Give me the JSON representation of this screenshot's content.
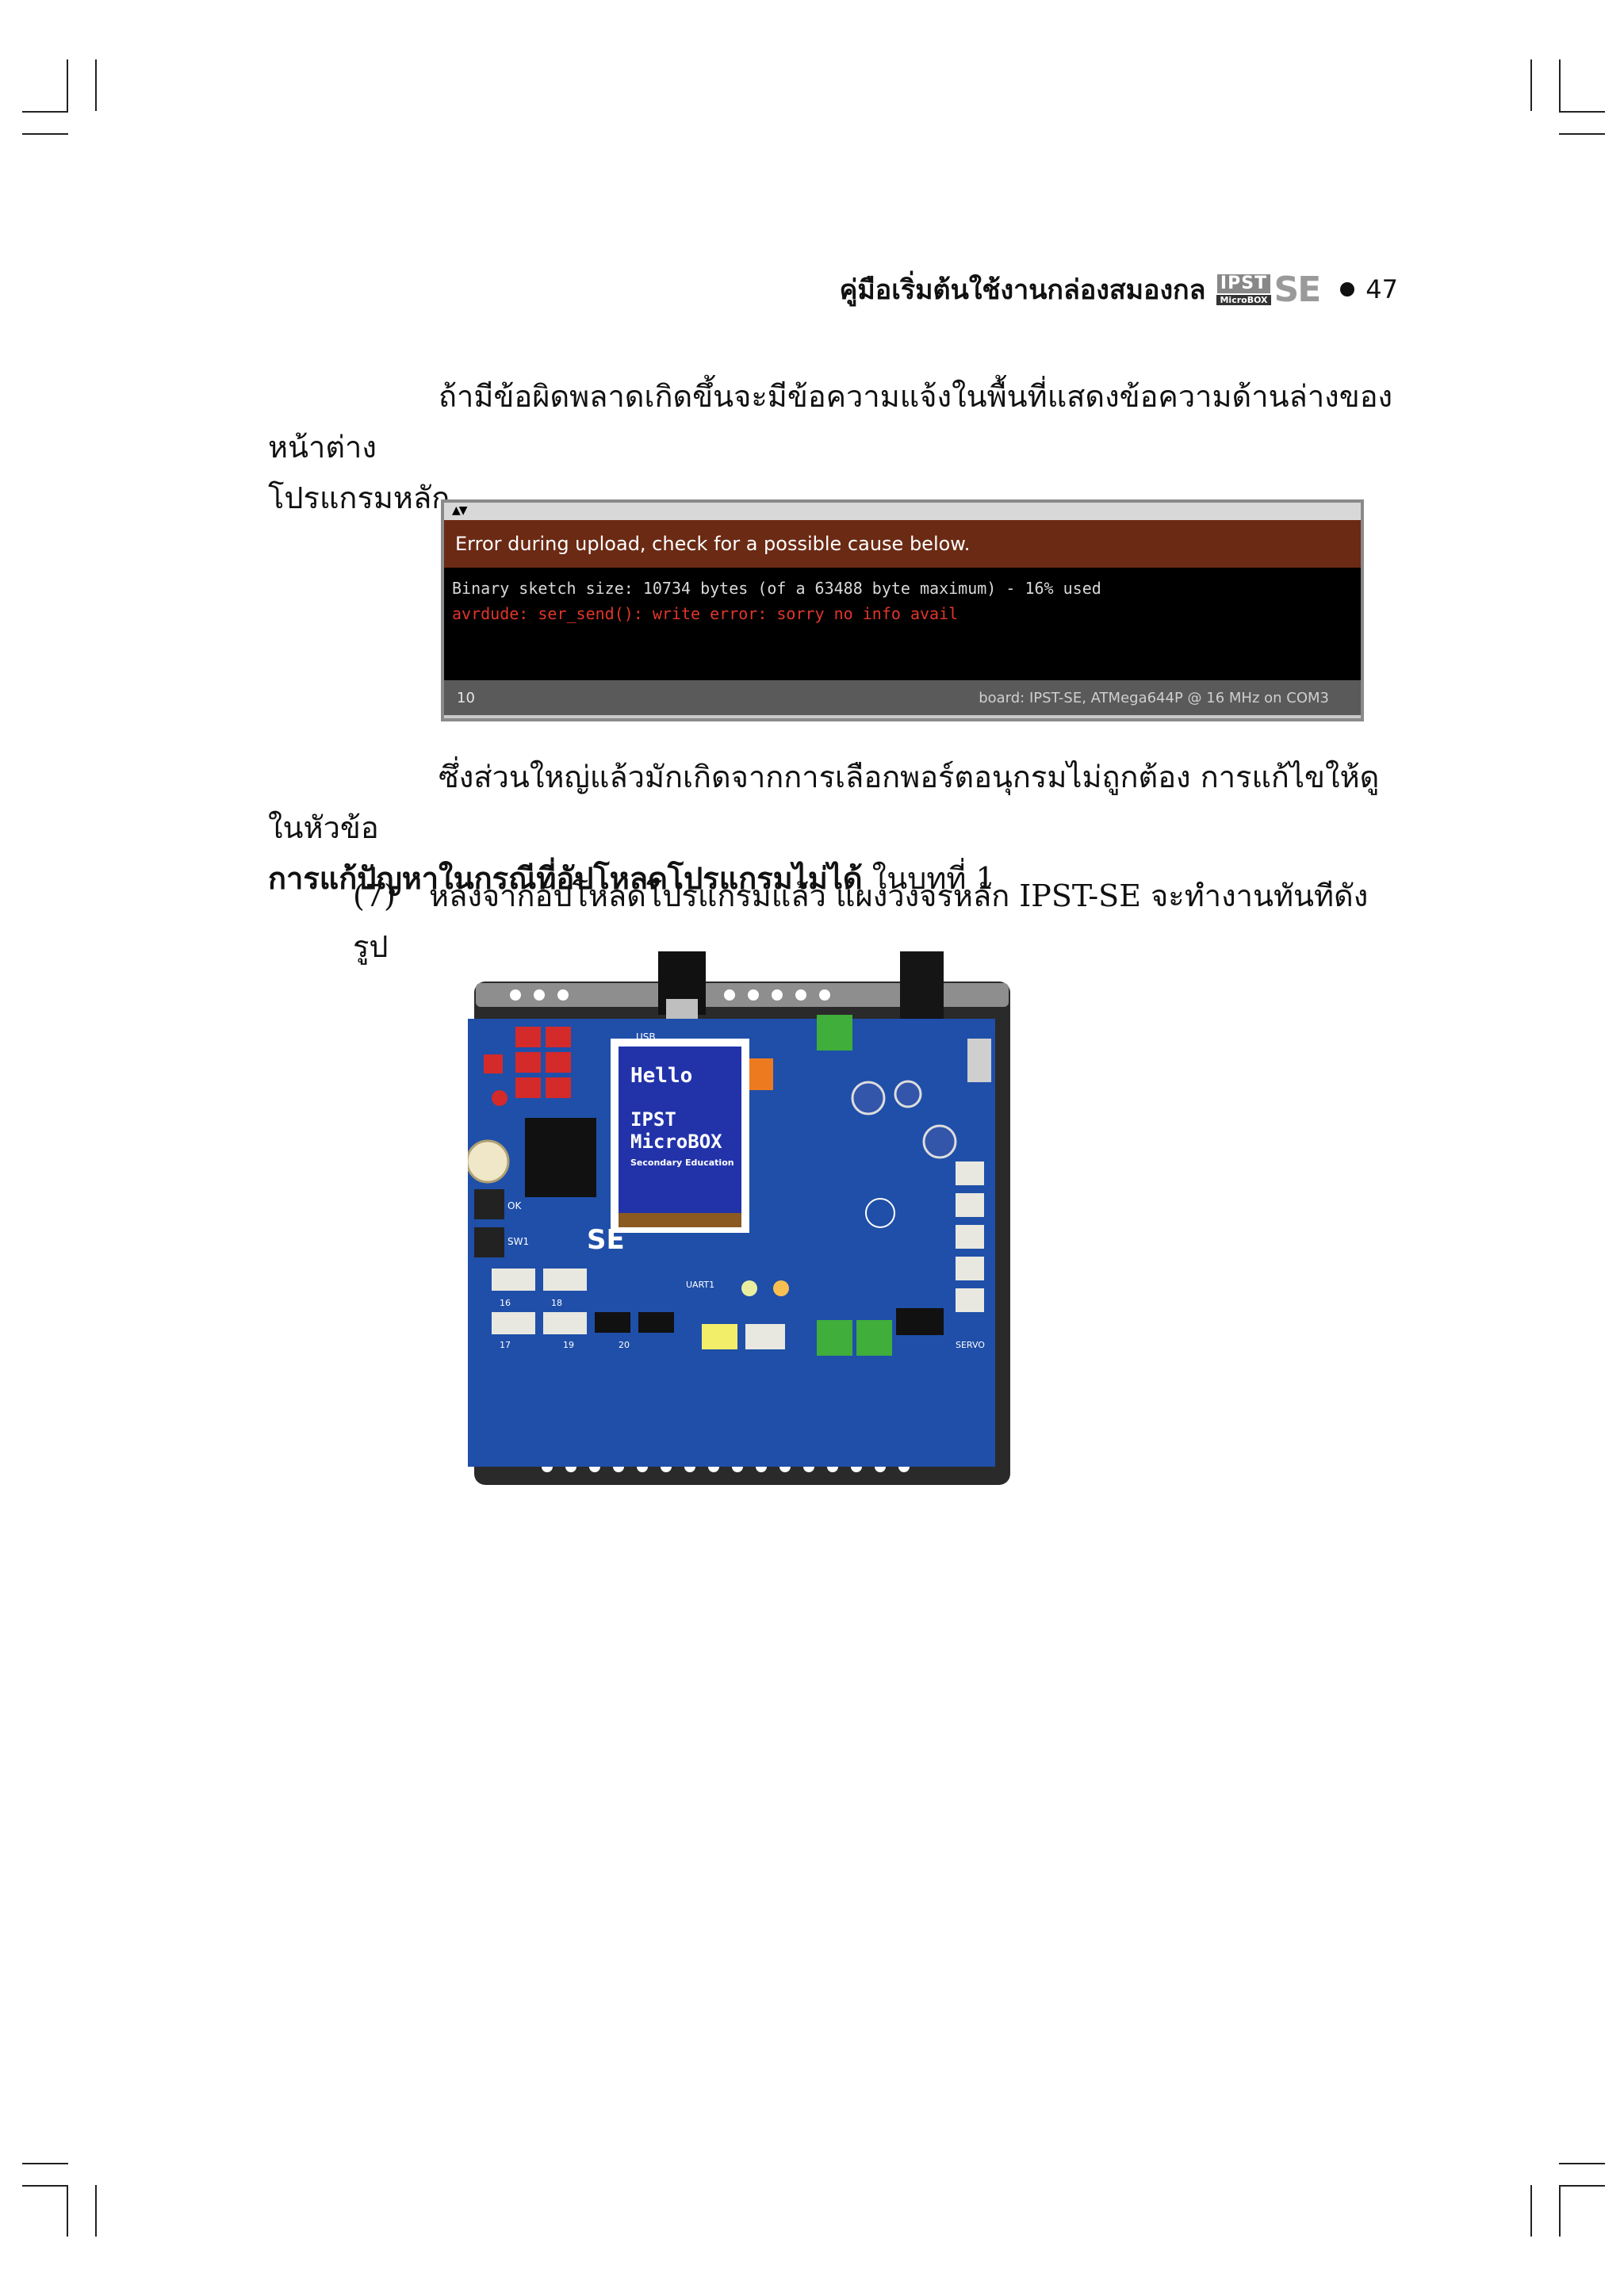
{
  "header": {
    "title": "คู่มือเริ่มต้นใช้งานกล่องสมองกล",
    "logo_top": "IPST",
    "logo_bottom": "MicroBOX",
    "logo_se": "SE",
    "page_number": "47"
  },
  "paragraph1": {
    "line1": "ถ้ามีข้อผิดพลาดเกิดขึ้นจะมีข้อความแจ้งในพื้นที่แสดงข้อความด้านล่างของหน้าต่าง",
    "line2": "โปรแกรมหลัก"
  },
  "ide": {
    "arrows": "▲▼",
    "status_message": "Error during upload, check for a possible cause below.",
    "console_line1": "Binary sketch size: 10734 bytes (of a 63488 byte maximum) - 16% used",
    "console_line2": "avrdude: ser_send(): write error: sorry no info avail",
    "line_number": "10",
    "board_info": "board: IPST-SE, ATMega644P @ 16 MHz on COM3"
  },
  "paragraph2": {
    "line1": "ซึ่งส่วนใหญ่แล้วมักเกิดจากการเลือกพอร์ตอนุกรมไม่ถูกต้อง การแก้ไขให้ดูในหัวข้อ",
    "bold_topic": "การแก้ปัญหาในกรณีที่อัปโหลดโปรแกรมไม่ได้",
    "line2_rest": " ในบทที่ 1"
  },
  "step7": {
    "number": "(7)",
    "text": "หลังจากอัปโหลดโปรแกรมแล้ว แผงวงจรหลัก IPST-SE จะทำงานทันทีดังรูป"
  },
  "board_photo": {
    "lcd_line1": "Hello",
    "lcd_line2": "IPST",
    "lcd_line3": "MicroBOX",
    "lcd_line4": "Secondary Education",
    "silkscreen_logo": "SE",
    "label_ok": "OK",
    "label_sw1": "SW1",
    "label_usb": "USB",
    "label_uart": "UART1",
    "label_servo": "SERVO",
    "label_16": "16",
    "label_17": "17",
    "label_18": "18",
    "label_19": "19",
    "label_20": "20",
    "colors": {
      "pcb_blue": "#1f4fa8",
      "chassis": "#2a2a2a",
      "lcd_bg": "#2233aa",
      "connector_red": "#d42a2a",
      "connector_green": "#3fae3a",
      "connector_white": "#e8e8e0"
    }
  }
}
